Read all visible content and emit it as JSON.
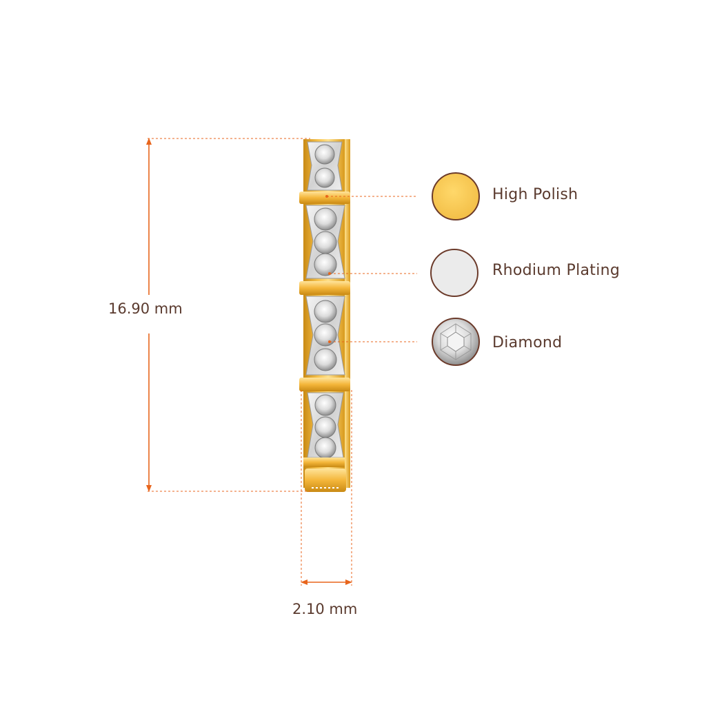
{
  "dimensions": {
    "height_label": "16.90 mm",
    "width_label": "2.10 mm"
  },
  "legend": [
    {
      "label": "High Polish",
      "swatch": "gold-swatch-icon",
      "color": "#f7c84e"
    },
    {
      "label": "Rhodium Plating",
      "swatch": "silver-swatch-icon",
      "color": "#ebebeb"
    },
    {
      "label": "Diamond",
      "swatch": "diamond-swatch-icon",
      "color": "#d8d8d8"
    }
  ],
  "colors": {
    "dimension_line": "#e8651c",
    "text": "#5a3a2e",
    "swatch_border": "#6b3a2a",
    "gold": "#f4b63a",
    "gold_dark": "#c98a14",
    "gold_light": "#ffe08a"
  }
}
